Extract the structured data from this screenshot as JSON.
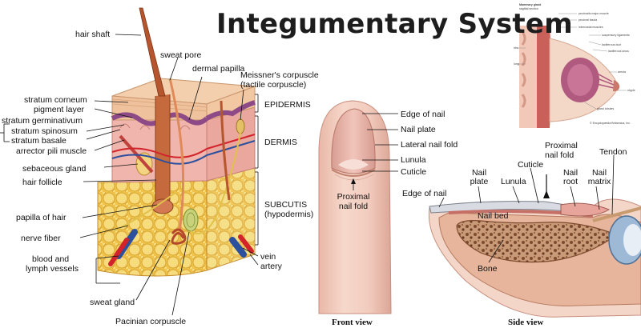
{
  "title": "Integumentary System",
  "skin_section": {
    "left_labels": {
      "hair_shaft": "hair shaft",
      "stratum_corneum": "stratum corneum",
      "pigment_layer": "pigment layer",
      "stratum_germinativum": "stratum germinativum",
      "stratum_spinosum": "stratum spinosum",
      "stratum_basale": "stratum basale",
      "arrector_pili": "arrector pili muscle",
      "sebaceous_gland": "sebaceous gland",
      "hair_follicle": "hair follicle",
      "papilla_of_hair": "papilla of hair",
      "nerve_fiber": "nerve fiber",
      "blood_lymph_1": "blood and",
      "blood_lymph_2": "lymph vessels",
      "sweat_gland": "sweat gland",
      "pacinian": "Pacinian corpuscle"
    },
    "top_labels": {
      "sweat_pore": "sweat pore",
      "dermal_papilla": "dermal papilla",
      "meissner_1": "Meissner's corpuscle",
      "meissner_2": "(tactile corpuscle)"
    },
    "layers": {
      "epidermis": "EPIDERMIS",
      "dermis": "DERMIS",
      "subcutis": "SUBCUTIS",
      "hypodermis": "(hypodermis)"
    },
    "vessels": {
      "vein": "vein",
      "artery": "artery"
    }
  },
  "breast_inset": {
    "caption_1": "Mammary gland",
    "caption_2": "sagittal section",
    "labels": [
      "pectoralis major muscle",
      "pectoral fascia",
      "intercostal muscles",
      "suspensory ligaments",
      "lactiferous duct",
      "lactiferous sinus",
      "areola",
      "nipple",
      "gland lobules",
      "ribs",
      "lung"
    ],
    "credit": "© Encyclopædia Britannica, Inc."
  },
  "nail_front": {
    "labels": {
      "edge": "Edge of nail",
      "plate": "Nail plate",
      "lateral": "Lateral nail fold",
      "lunula": "Lunula",
      "cuticle": "Cuticle",
      "proximal_1": "Proximal",
      "proximal_2": "nail fold"
    },
    "caption": "Front view"
  },
  "nail_side": {
    "labels": {
      "edge": "Edge of nail",
      "plate_1": "Nail",
      "plate_2": "plate",
      "lunula": "Lunula",
      "cuticle": "Cuticle",
      "proximal_1": "Proximal",
      "proximal_2": "nail fold",
      "root_1": "Nail",
      "root_2": "root",
      "matrix_1": "Nail",
      "matrix_2": "matrix",
      "tendon": "Tendon",
      "nail_bed": "Nail bed",
      "bone": "Bone"
    },
    "caption": "Side view"
  },
  "colors": {
    "epidermis": "#f3c9a3",
    "dermis": "#f0b6ad",
    "fat": "#f2d56a",
    "artery": "#d2232a",
    "vein": "#2c4f9e",
    "hair": "#b5562f"
  }
}
